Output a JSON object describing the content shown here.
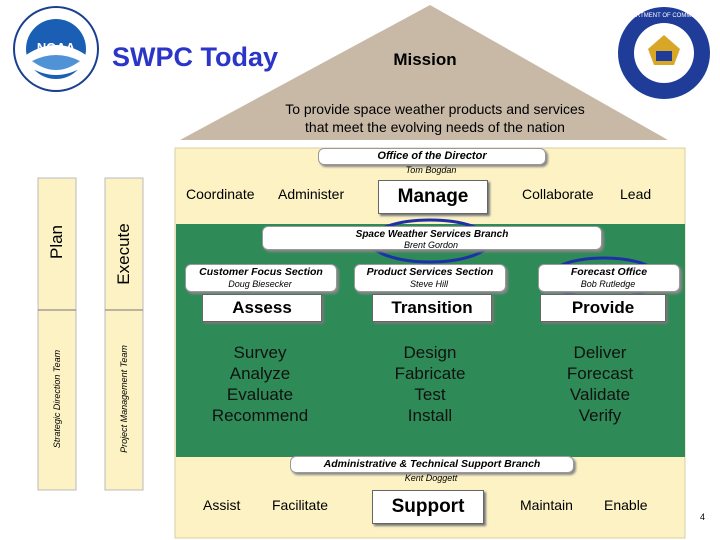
{
  "header": {
    "title": "SWPC Today",
    "mission_label": "Mission",
    "mission_line1": "To provide space weather products and services",
    "mission_line2": "that meet the evolving needs of the nation"
  },
  "director": {
    "label": "Office of the Director",
    "name": "Tom Bogdan"
  },
  "top_verbs": {
    "coordinate": "Coordinate",
    "administer": "Administer",
    "manage": "Manage",
    "collaborate": "Collaborate",
    "lead": "Lead"
  },
  "left_columns": {
    "plan": "Plan",
    "execute": "Execute",
    "strategic": "Strategic Direction Team",
    "project": "Project Management Team"
  },
  "branch": {
    "label": "Space Weather Services Branch",
    "name": "Brent Gordon"
  },
  "sections": [
    {
      "label": "Customer Focus Section",
      "name": "Doug Biesecker",
      "action": "Assess",
      "line1": "Survey",
      "line2": "Analyze",
      "line3": "Evaluate",
      "line4": "Recommend"
    },
    {
      "label": "Product Services Section",
      "name": "Steve Hill",
      "action": "Transition",
      "line1": "Design",
      "line2": "Fabricate",
      "line3": "Test",
      "line4": "Install"
    },
    {
      "label": "Forecast Office",
      "name": "Bob Rutledge",
      "action": "Provide",
      "line1": "Deliver",
      "line2": "Forecast",
      "line3": "Validate",
      "line4": "Verify"
    }
  ],
  "admin": {
    "label": "Administrative & Technical Support Branch",
    "name": "Kent Doggett"
  },
  "bottom_verbs": {
    "assist": "Assist",
    "facilitate": "Facilitate",
    "support": "Support",
    "maintain": "Maintain",
    "enable": "Enable"
  },
  "page_number": "4",
  "logos": {
    "noaa": "NOAA",
    "commerce": "DEPARTMENT OF COMMERCE"
  },
  "colors": {
    "roof": "#c8b9a6",
    "wall": "#fcf2c4",
    "green": "#2e8b57",
    "ellipse": "#1f2fa8"
  }
}
